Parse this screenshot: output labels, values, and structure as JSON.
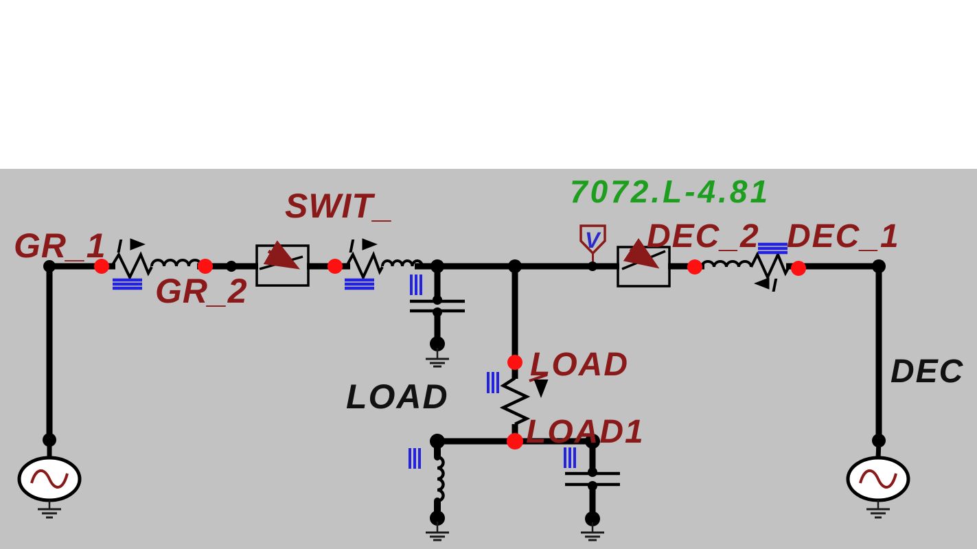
{
  "app": {
    "type": "circuit-schematic-canvas"
  },
  "labels": {
    "gr_1": "GR_1",
    "gr_2": "GR_2",
    "swit": "SWIT_",
    "measurement": "7072.L-4.81",
    "dec_2": "DEC_2",
    "dec_1": "DEC_1",
    "dec": "DEC",
    "load_branch": "LOAD",
    "load_node": "LOAD",
    "load1": "LOAD1",
    "v_probe": "V",
    "current_1": "I",
    "current_2": "I",
    "current_3": "I"
  },
  "colors": {
    "background": "#c2c2c2",
    "page": "#ffffff",
    "label_red": "#8a1a1a",
    "value_green": "#1e9e1e",
    "phase_blue": "#2323dd",
    "probe_v_blue": "#2a2ac8",
    "node_red": "#ff1111",
    "wire": "#000000"
  }
}
